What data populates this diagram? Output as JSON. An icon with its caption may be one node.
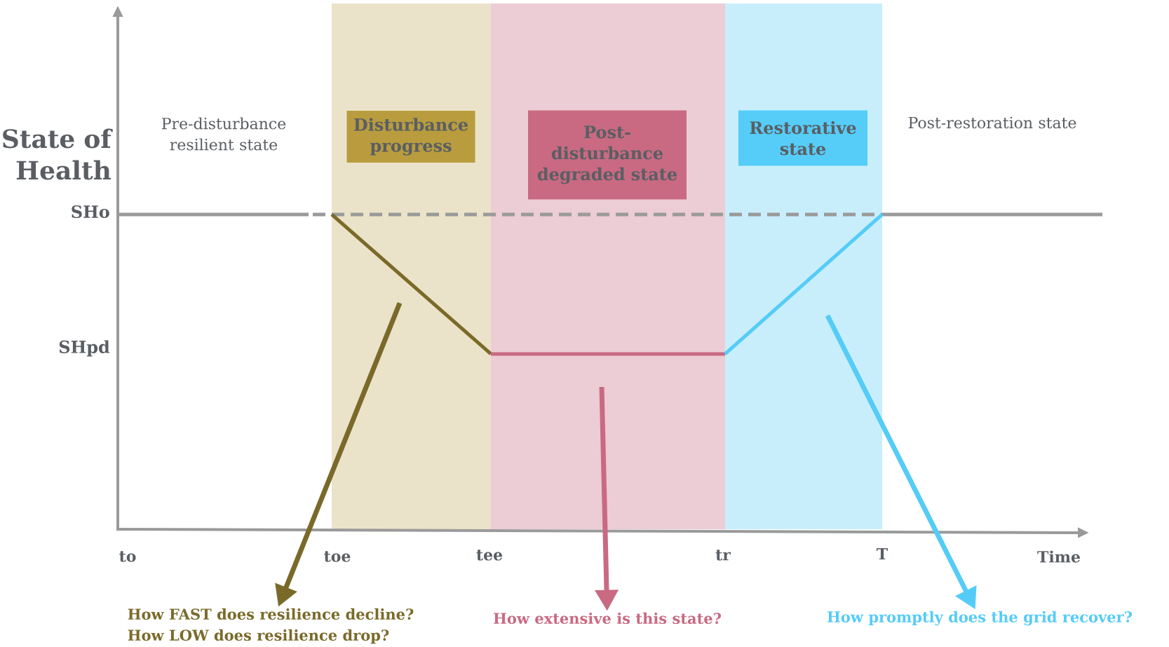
{
  "diagram": {
    "nodes": [
      {
        "text": [
          "Pre-disturbance resilient state"
        ]
      },
      {
        "text": [
          "Disturbance progress"
        ]
      },
      {
        "text": [
          "Post-disturbance degraded state"
        ]
      },
      {
        "text": [
          "Restorative state"
        ]
      },
      {
        "text": [
          "Post-restoration state"
        ]
      },
      {
        "text": [
          "How FAST does resilience decline?",
          "How LOW does resilience drop?"
        ]
      },
      {
        "text": [
          "How extensive is this state?"
        ]
      },
      {
        "text": [
          "How promptly does the grid recover?"
        ]
      }
    ],
    "edges": [
      {
        "from": 1,
        "to": 5,
        "arrow": "to",
        "color": "#7a6a2a"
      },
      {
        "from": null,
        "to": 6,
        "arrow": "to",
        "color": "#c96a82"
      },
      {
        "from": 3,
        "to": 7,
        "arrow": "to",
        "color": "#55ccf7"
      }
    ],
    "labels": [
      "State of Health",
      "SHo",
      "SHpd",
      "to",
      "toe",
      "tee",
      "tr",
      "T",
      "Time"
    ]
  }
}
